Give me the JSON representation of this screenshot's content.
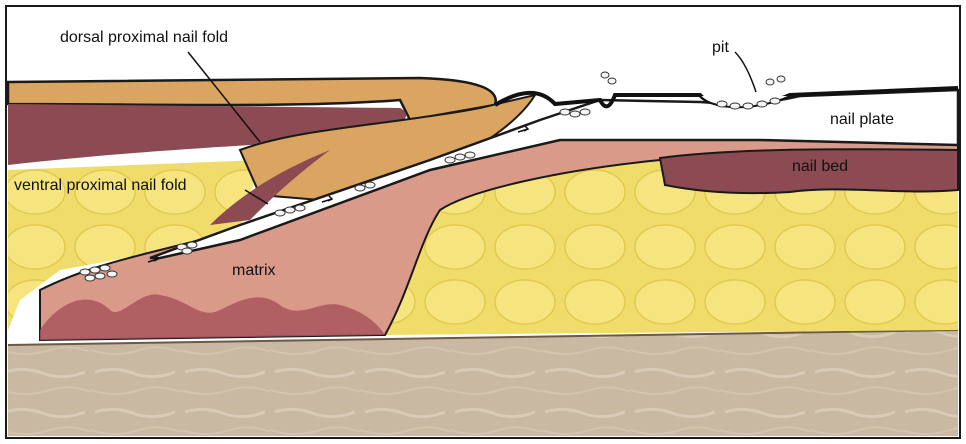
{
  "labels": {
    "dorsal_proximal_nail_fold": "dorsal proximal nail fold",
    "ventral_proximal_nail_fold": "ventral proximal nail fold",
    "matrix": "matrix",
    "pit": "pit",
    "nail_plate": "nail plate",
    "nail_bed": "nail bed"
  },
  "colors": {
    "frame": "#1a1a1a",
    "skin_tan": "#d9a560",
    "dermis_maroon": "#8c4a52",
    "fat_yellow": "#f0dc6a",
    "matrix_pink": "#d99a8a",
    "nail_plate_white": "#ffffff",
    "bone_beige": "#c9b8a2",
    "parakeratosis_cells": "#f4f4f4"
  }
}
